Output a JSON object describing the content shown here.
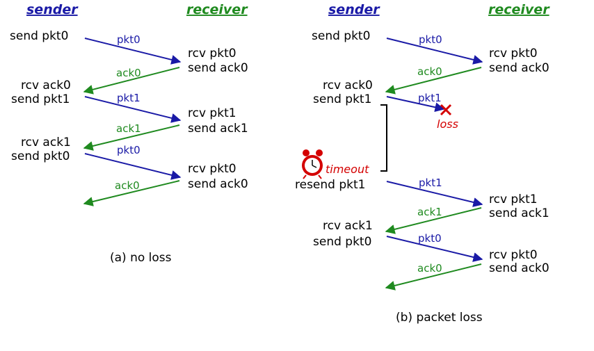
{
  "panel_a": {
    "sender": "sender",
    "receiver": "receiver",
    "caption": "(a) no loss",
    "sender_events": [
      "send pkt0",
      "rcv ack0",
      "send pkt1",
      "rcv ack1",
      "send pkt0"
    ],
    "receiver_events": [
      "rcv pkt0",
      "send ack0",
      "rcv pkt1",
      "send ack1",
      "rcv pkt0",
      "send ack0"
    ],
    "messages": [
      "pkt0",
      "ack0",
      "pkt1",
      "ack1",
      "pkt0",
      "ack0"
    ]
  },
  "panel_b": {
    "sender": "sender",
    "receiver": "receiver",
    "caption": "(b) packet loss",
    "sender_events": [
      "send pkt0",
      "rcv ack0",
      "send pkt1",
      "resend pkt1",
      "rcv ack1",
      "send pkt0"
    ],
    "receiver_events": [
      "rcv pkt0",
      "send ack0",
      "rcv pkt1",
      "send ack1",
      "rcv pkt0",
      "send ack0"
    ],
    "messages": [
      "pkt0",
      "ack0",
      "pkt1",
      "pkt1",
      "ack1",
      "pkt0",
      "ack0"
    ],
    "loss_label": "loss",
    "timeout_label": "timeout"
  },
  "colors": {
    "packet": "#1a1aa6",
    "ack": "#1f8a1f",
    "loss": "#d40000",
    "clock": "#d40000"
  },
  "icons": {
    "timer": "alarm-clock-icon",
    "loss": "x-mark-icon"
  }
}
